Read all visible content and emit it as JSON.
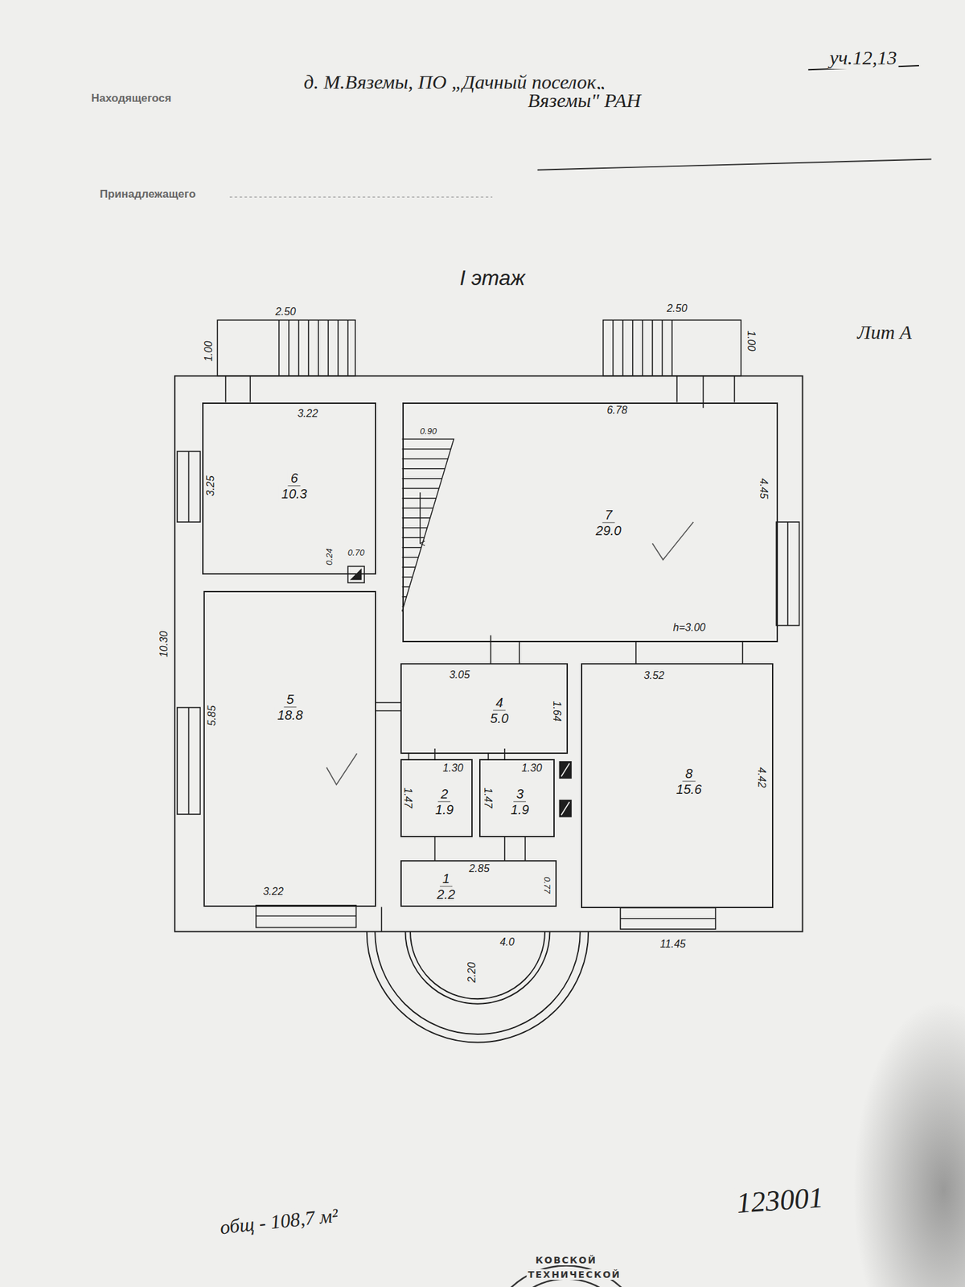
{
  "diagram": {
    "title": "I этаж",
    "nodes": [
      {
        "text": [
          "6",
          "10.3"
        ]
      },
      {
        "text": [
          "7",
          "29.0"
        ]
      },
      {
        "text": [
          "5",
          "18.8"
        ]
      },
      {
        "text": [
          "4",
          "5.0"
        ]
      },
      {
        "text": [
          "8",
          "15.6"
        ]
      },
      {
        "text": [
          "2",
          "1.9"
        ]
      },
      {
        "text": [
          "3",
          "1.9"
        ]
      },
      {
        "text": [
          "1",
          "2.2"
        ]
      }
    ],
    "labels": [
      "Находящегося",
      "д. М.Вяземы, ПО „Дачный поселок„",
      "уч.12,13",
      "Вяземы\" РАН",
      "Принадлежащего",
      "Лит А",
      "2.50",
      "1.00",
      "2.50",
      "1.00",
      "3.22",
      "3.25",
      "0.24",
      "0.70",
      "6.78",
      "0.90",
      "4.45",
      "h=3.00",
      "10.30",
      "5.85",
      "3.22",
      "3.05",
      "1.64",
      "3.52",
      "4.42",
      "1.30",
      "1.30",
      "1.47",
      "1.47",
      "2.85",
      "0.77",
      "2.20",
      "4.0",
      "11.45",
      "общ - 108,7 м²",
      "123001",
      "КОВСКОЙ",
      "ТЕХНИЧЕСКОЙ"
    ]
  }
}
